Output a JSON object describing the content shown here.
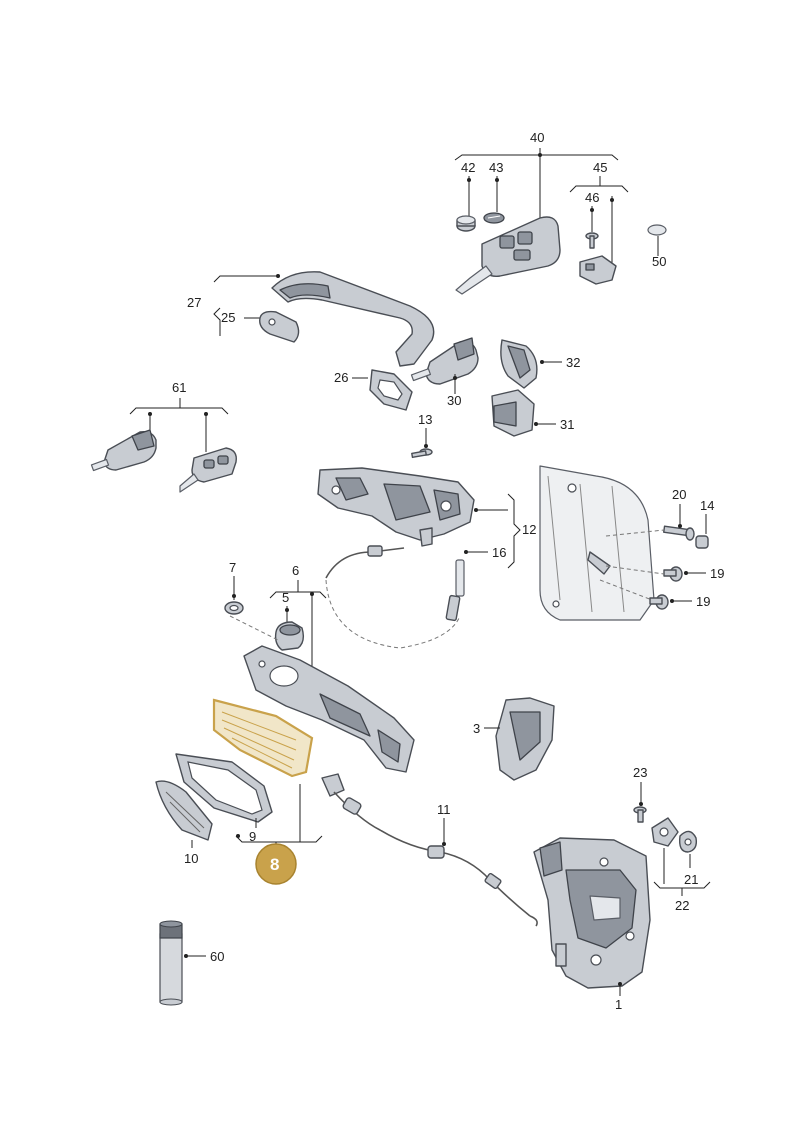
{
  "labels": {
    "l40": "40",
    "l42": "42",
    "l43": "43",
    "l45": "45",
    "l46": "46",
    "l50": "50",
    "l27": "27",
    "l25": "25",
    "l26": "26",
    "l30": "30",
    "l32": "32",
    "l31": "31",
    "l61": "61",
    "l13": "13",
    "l12": "12",
    "l16": "16",
    "l20": "20",
    "l14": "14",
    "l19a": "19",
    "l19b": "19",
    "l7": "7",
    "l6": "6",
    "l5": "5",
    "l3": "3",
    "l11": "11",
    "l23": "23",
    "l21": "21",
    "l22": "22",
    "l9": "9",
    "l10": "10",
    "l60": "60",
    "l1": "1"
  },
  "highlight": {
    "label": "8",
    "color": "#c9a24b"
  },
  "colors": {
    "part_fill": "#c8ccd2",
    "outline": "#4a4e55",
    "highlight": "#c9a24b"
  }
}
